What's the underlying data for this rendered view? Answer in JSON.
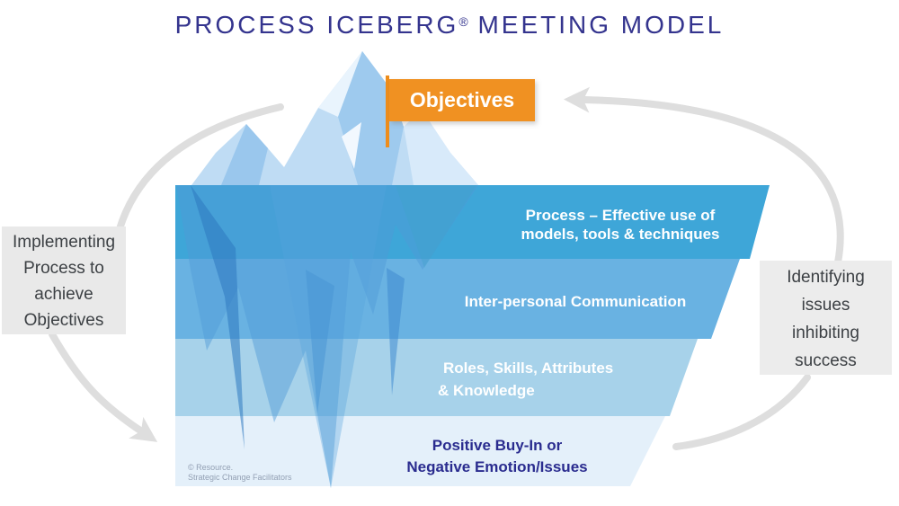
{
  "title": {
    "part1": "PROCESS ICEBERG",
    "reg": "®",
    "part2": " MEETING MODEL"
  },
  "flag": {
    "label": "Objectives",
    "color": "#f09122"
  },
  "iceberg_bands": [
    {
      "line1": "Process – Effective use of",
      "line2": "models, tools & techniques",
      "color": "#3ea6d8",
      "text_color": "#ffffff"
    },
    {
      "line1": "Inter-personal Communication",
      "line2": "",
      "color": "#69b2e2",
      "text_color": "#ffffff"
    },
    {
      "line1": "Roles, Skills, Attributes",
      "line2": "& Knowledge",
      "color": "#a7d2ea",
      "text_color": "#ffffff"
    },
    {
      "line1": "Positive Buy-In or",
      "line2": "Negative Emotion/Issues",
      "color": "#e4f0fa",
      "text_color": "#2a2c8f"
    }
  ],
  "side_notes": {
    "left": {
      "line1": "Implementing",
      "line2": "Process to",
      "line3": "achieve",
      "line4": "Objectives"
    },
    "right": {
      "line1": "Identifying",
      "line2": "issues",
      "line3": "inhibiting",
      "line4": "success"
    }
  },
  "credit": {
    "line1": "© Resource.",
    "line2": "Strategic Change Facilitators"
  },
  "palette": {
    "title_text": "#34348e",
    "navy_text": "#2a2c8f",
    "arrow_gray": "#dedede",
    "note_box_bg": "#e9e9e9",
    "note_text": "#3c4044",
    "iceberg_above_water": "#bfdcf4",
    "iceberg_below_water": "#4f9ad8",
    "flag_orange": "#f09122"
  }
}
